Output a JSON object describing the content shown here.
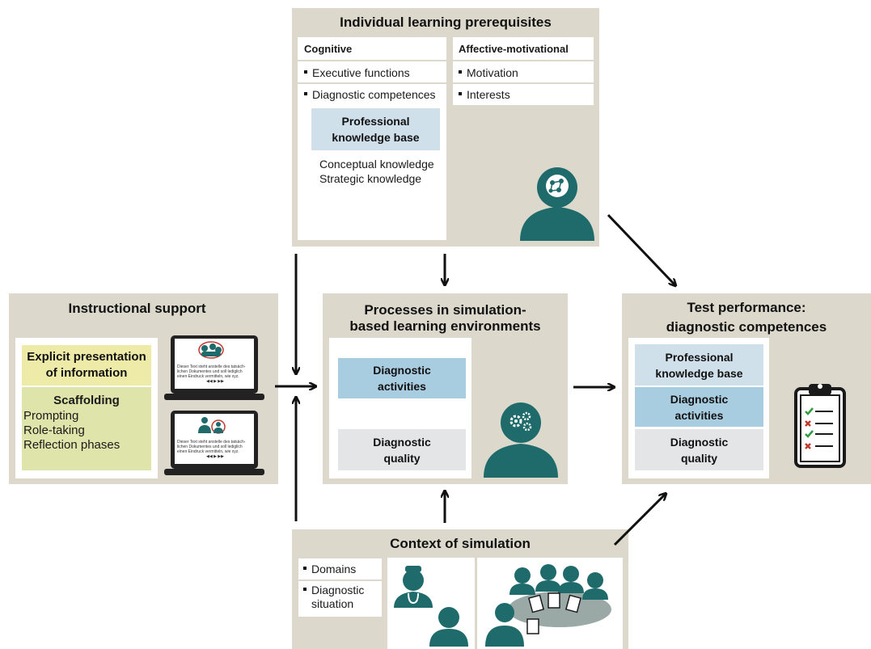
{
  "top": {
    "title": "Individual learning prerequisites",
    "cognitive": {
      "header": "Cognitive",
      "items": [
        "Executive functions",
        "Diagnostic competences"
      ],
      "pkb_line1": "Professional",
      "pkb_line2": "knowledge base",
      "sub1": "Conceptual knowledge",
      "sub2": "Strategic knowledge"
    },
    "affective": {
      "header": "Affective-motivational",
      "items": [
        "Motivation",
        "Interests"
      ]
    },
    "icon": "learner-brain-icon"
  },
  "left": {
    "title": "Instructional support",
    "explicit_line1": "Explicit presentation",
    "explicit_line2": "of information",
    "scaffolding": "Scaffolding",
    "scaffolding_items": [
      "Prompting",
      "Role-taking",
      "Reflection phases"
    ],
    "laptop_text_1": "Dieser Text steht anstelle des tatsäch-",
    "laptop_text_2": "lichen Dokumentes und soll lediglich",
    "laptop_text_3": "einen Eindruck vermitteln, wie xyz.",
    "laptop_controls": "◀◀ ▶ ▶▶"
  },
  "center": {
    "title_line1": "Processes in simulation-",
    "title_line2": "based learning environments",
    "activities_line1": "Diagnostic",
    "activities_line2": "activities",
    "quality_line1": "Diagnostic",
    "quality_line2": "quality",
    "icon": "learner-gears-icon"
  },
  "right": {
    "title_line1": "Test performance:",
    "title_line2": "diagnostic competences",
    "pkb_line1": "Professional",
    "pkb_line2": "knowledge base",
    "activities_line1": "Diagnostic",
    "activities_line2": "activities",
    "quality_line1": "Diagnostic",
    "quality_line2": "quality",
    "icon": "clipboard-checklist-icon"
  },
  "bottom": {
    "title": "Context of simulation",
    "items": [
      "Domains",
      "Diagnostic"
    ],
    "item2_line2": "situation",
    "icons": [
      "doctor-patient-icon",
      "team-meeting-icon"
    ]
  },
  "colors": {
    "panel": "#dcd9cc",
    "light_blue": "#cfe0ea",
    "blue": "#a9cde0",
    "yellow": "#eeeba8",
    "green": "#dfe5aa",
    "grey": "#e4e5e7",
    "teal": "#1f6b6b"
  }
}
